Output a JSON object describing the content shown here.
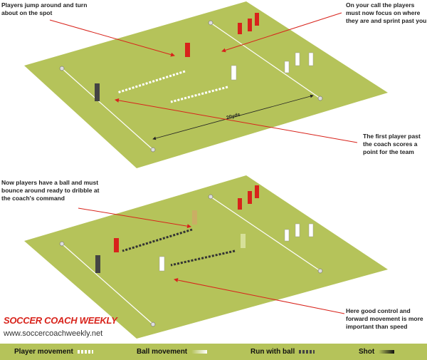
{
  "diagram1": {
    "note_top_left": "Players jump around and turn about on the spot",
    "note_top_right": "On your call the players must now focus on where they are and sprint past you",
    "note_right": "The first player past the coach scores a point for the team",
    "distance_label": "20yds"
  },
  "diagram2": {
    "note_left": "Now players have a ball and must bounce around ready to dribble at the coach's command",
    "note_right": "Here good control and forward movement is more important than speed"
  },
  "brand": {
    "name": "SOCCER COACH WEEKLY",
    "url": "www.soccercoachweekly.net"
  },
  "legend": [
    {
      "label": "Player movement"
    },
    {
      "label": "Ball movement"
    },
    {
      "label": "Run with ball"
    },
    {
      "label": "Shot"
    }
  ],
  "colors": {
    "pitch": "#b5c35a",
    "red_team": "#d8231b",
    "arrow": "#d8231b"
  }
}
